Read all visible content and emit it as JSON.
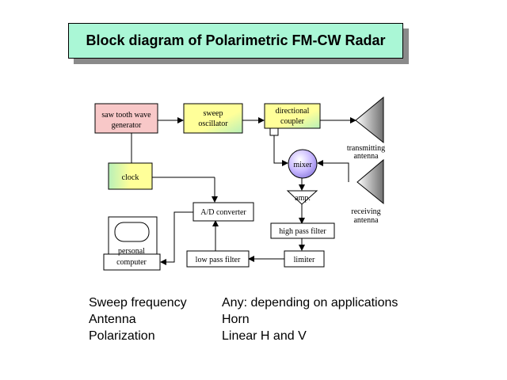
{
  "title": "Block diagram of Polarimetric FM-CW Radar",
  "blocks": {
    "saw_tooth": [
      "saw tooth wave",
      "generator"
    ],
    "sweep_osc": [
      "sweep",
      "oscillator"
    ],
    "dir_coupler": [
      "directional",
      "coupler"
    ],
    "clock": "clock",
    "mixer": "mixer",
    "amp": "amp.",
    "ad_converter": "A/D converter",
    "high_pass": "high pass filter",
    "limiter": "limiter",
    "low_pass": "low pass filter",
    "personal_computer": [
      "personal",
      "computer"
    ],
    "transmitting_antenna": [
      "transmitting",
      "antenna"
    ],
    "receiving_antenna": [
      "receiving",
      "antenna"
    ]
  },
  "colors": {
    "title_bg": "#aaf7d6",
    "saw_tooth_fill": "#f8c8c8",
    "yellow_fill": "#ffff99"
  },
  "specs": [
    {
      "label": "Sweep frequency",
      "value": "Any: depending on applications"
    },
    {
      "label": "Antenna",
      "value": "Horn"
    },
    {
      "label": "Polarization",
      "value": "Linear H and V"
    }
  ]
}
